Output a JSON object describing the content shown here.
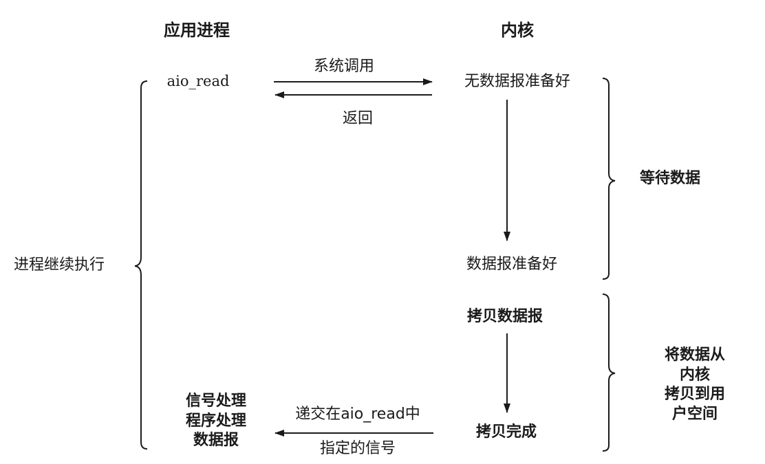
{
  "headers": {
    "app_process": "应用进程",
    "kernel": "内核"
  },
  "app": {
    "call": "aio_read",
    "continue_exec": "进程继续执行",
    "signal_handler": "信号处理\n程序处理\n数据报"
  },
  "arrows": {
    "syscall": "系统调用",
    "return": "返回",
    "deliver_line1": "递交在aio_read中",
    "deliver_line2": "指定的信号"
  },
  "kernel": {
    "no_data": "无数据报准备好",
    "data_ready": "数据报准备好",
    "copy_datagram": "拷贝数据报",
    "copy_done": "拷贝完成"
  },
  "phases": {
    "wait_data": "等待数据",
    "copy_to_user": "将数据从内核\n拷贝到用户空间"
  }
}
